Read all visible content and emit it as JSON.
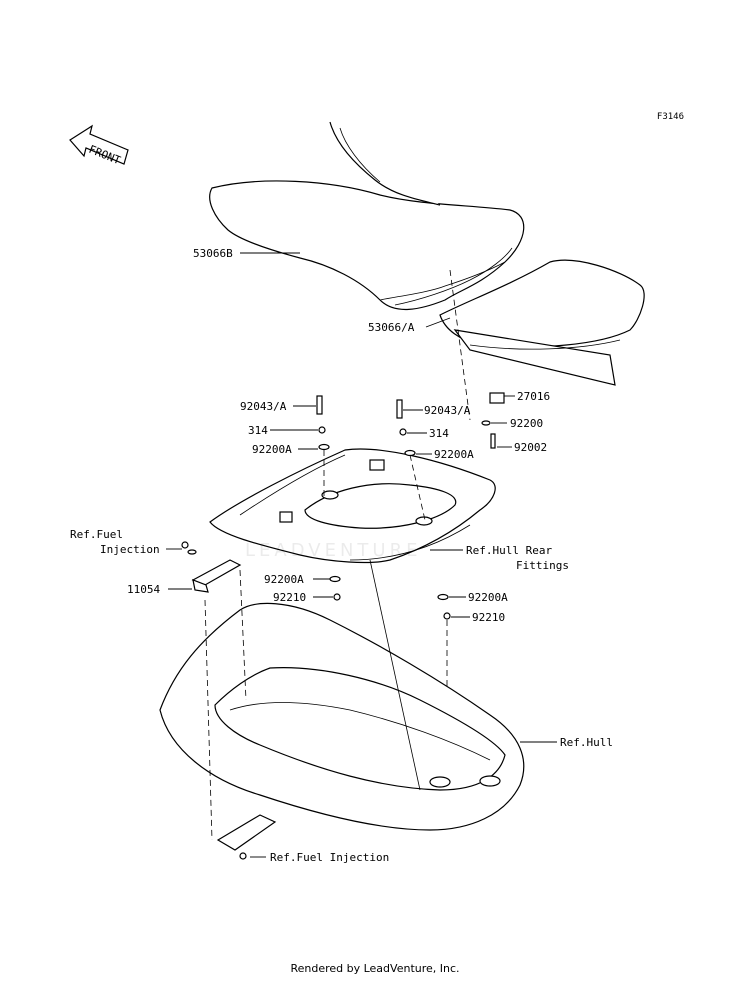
{
  "figure_code": "F3146",
  "front_label": "FRONT",
  "footer": "Rendered by LeadVenture, Inc.",
  "watermark": "LEADVENTURE",
  "callouts": {
    "seat_front": "53066B",
    "seat_rear": "53066/A",
    "bolt_left": "92043/A",
    "bolt_right": "92043/A",
    "nut_314_left": "314",
    "nut_314_right": "314",
    "washer_left": "92200A",
    "washer_right": "92200A",
    "stopper": "27016",
    "washer_92200": "92200",
    "screw_92002": "92002",
    "ref_fuel_1a": "Ref.Fuel",
    "ref_fuel_1b": "Injection",
    "bracket": "11054",
    "washer_mid": "92200A",
    "nut_mid": "92210",
    "ref_hull_rear_a": "Ref.Hull Rear",
    "ref_hull_rear_b": "Fittings",
    "washer_far": "92200A",
    "nut_far": "92210",
    "ref_hull": "Ref.Hull",
    "ref_fuel_2": "Ref.Fuel Injection"
  }
}
